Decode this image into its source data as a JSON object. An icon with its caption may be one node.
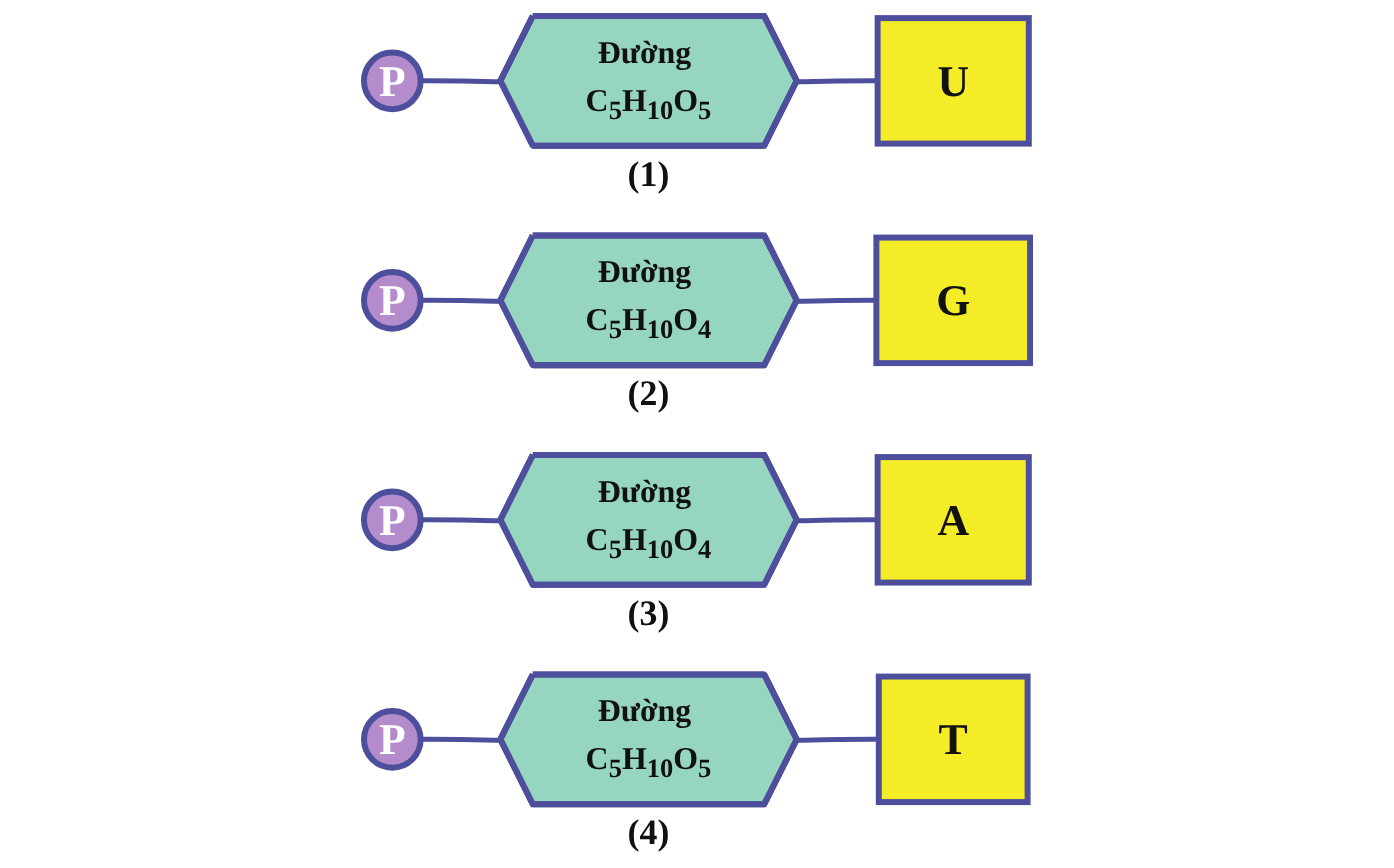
{
  "diagram": {
    "nodes": [
      {
        "text": [
          "P"
        ]
      },
      {
        "text": [
          "Đường C$_{5}$H$_{10}$O$_{5}$"
        ],
        "beside": [
          "(1)"
        ]
      },
      {
        "text": [
          "U"
        ]
      },
      {
        "text": [
          "P"
        ]
      },
      {
        "text": [
          "Đường C$_{5}$H$_{10}$O$_{4}$"
        ],
        "beside": [
          "(2)"
        ]
      },
      {
        "text": [
          "G"
        ]
      },
      {
        "text": [
          "P"
        ]
      },
      {
        "text": [
          "Đường C$_{5}$H$_{10}$O$_{4}$"
        ],
        "beside": [
          "(3)"
        ]
      },
      {
        "text": [
          "A"
        ]
      },
      {
        "text": [
          "P"
        ]
      },
      {
        "text": [
          "Đường C$_{5}$H$_{10}$O$_{5}$"
        ],
        "beside": [
          "(4)"
        ]
      },
      {
        "text": [
          "T"
        ]
      }
    ],
    "edges": [
      {
        "from": 0,
        "to": 1,
        "arrow": "none"
      },
      {
        "from": 1,
        "to": 2,
        "arrow": "none"
      },
      {
        "from": 3,
        "to": 4,
        "arrow": "none"
      },
      {
        "from": 4,
        "to": 5,
        "arrow": "none"
      },
      {
        "from": 6,
        "to": 7,
        "arrow": "none"
      },
      {
        "from": 7,
        "to": 8,
        "arrow": "none"
      },
      {
        "from": 9,
        "to": 10,
        "arrow": "none"
      },
      {
        "from": 10,
        "to": 11,
        "arrow": "none"
      }
    ]
  }
}
